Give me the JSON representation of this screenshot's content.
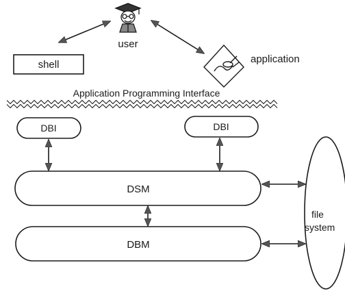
{
  "nodes": {
    "user": "user",
    "shell": "shell",
    "application": "application",
    "api": "Application Programming Interface",
    "dbi_left": "DBI",
    "dbi_right": "DBI",
    "dsm": "DSM",
    "dbm": "DBM",
    "file_system_line1": "file",
    "file_system_line2": "system"
  },
  "icons": {
    "user": "graduate-user-icon",
    "application": "hand-with-pen-on-paper-icon"
  },
  "colors": {
    "stroke": "#1a1a1a",
    "arrow_fill": "#555555",
    "background": "#ffffff"
  }
}
